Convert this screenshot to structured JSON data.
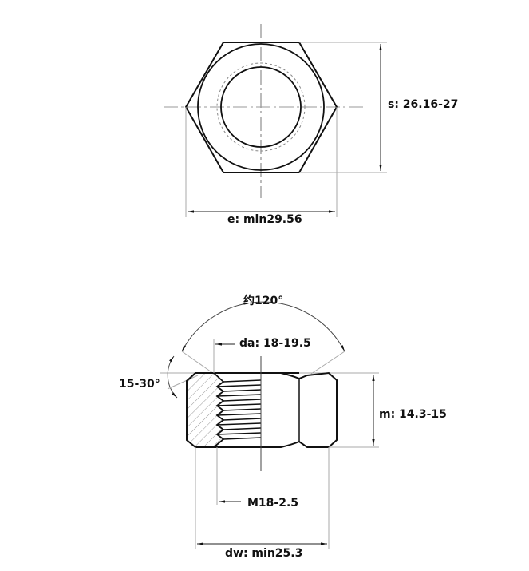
{
  "drawing": {
    "subject": "Hex lock nut M18 technical drawing",
    "top_view": {
      "s_label": "s: 26.16-27",
      "e_label": "e: min29.56"
    },
    "side_view": {
      "angle_label": "约120°",
      "chamfer_label": "15-30°",
      "da_label": "da: 18-19.5",
      "m_label": "m: 14.3-15",
      "thread_label": "M18-2.5",
      "dw_label": "dw: min25.3"
    },
    "colors": {
      "outline": "#111111",
      "dimension": "#222222",
      "extension": "#aaaaaa",
      "center": "#888888",
      "hatch": "#9a9a9a"
    }
  }
}
